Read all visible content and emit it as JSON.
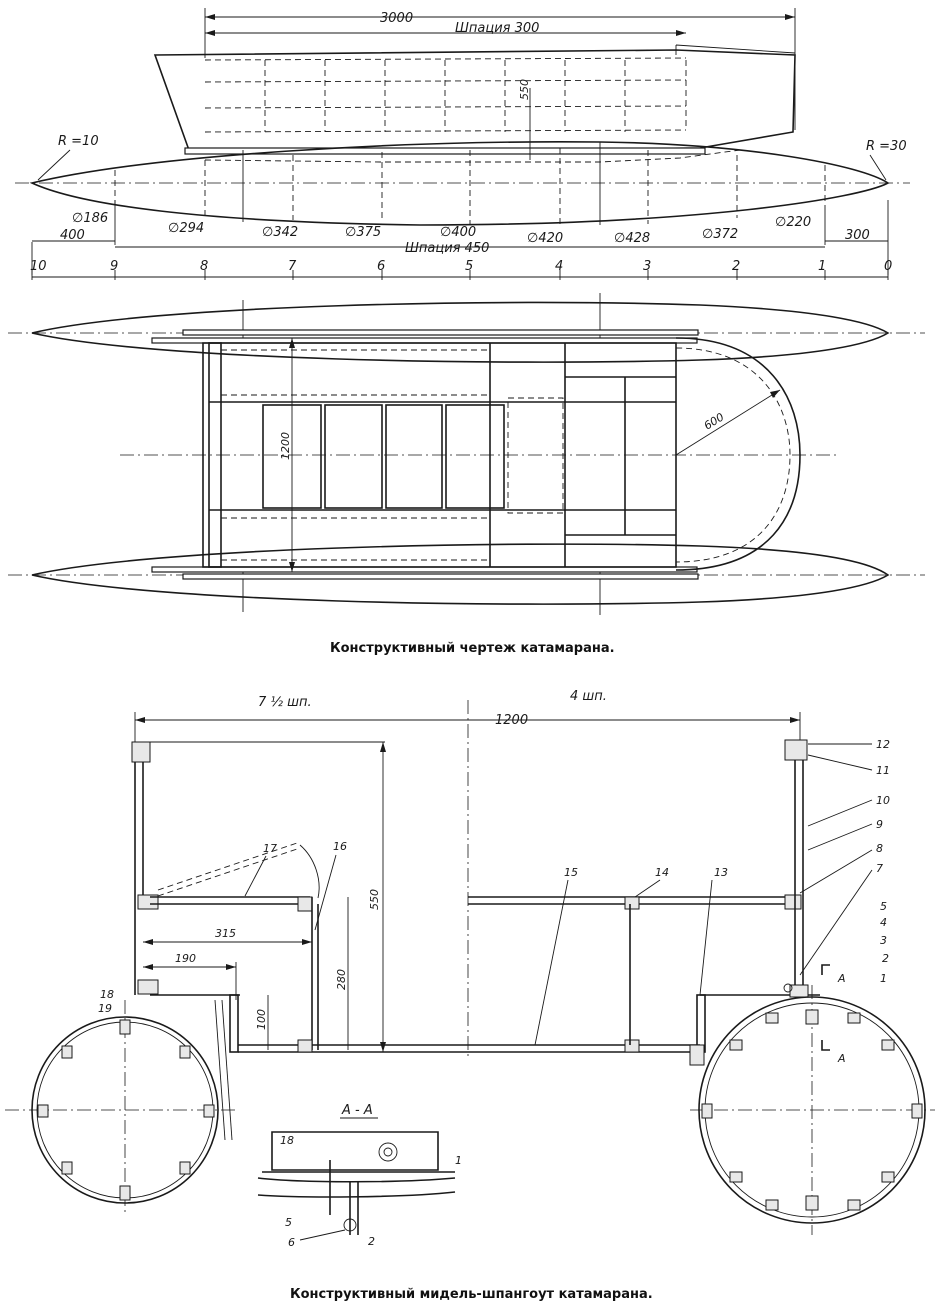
{
  "top_view": {
    "dims": {
      "length": "3000",
      "spacing_top": "Шпация 300",
      "height": "550",
      "spacing_bottom": "Шпация 450",
      "left_end": "400",
      "right_end": "300",
      "radius_left": "R =10",
      "radius_right": "R =30"
    },
    "diameters": [
      "∅186",
      "∅294",
      "∅342",
      "∅375",
      "∅400",
      "∅420",
      "∅428",
      "∅372",
      "∅220"
    ],
    "stations": [
      "10",
      "9",
      "8",
      "7",
      "6",
      "5",
      "4",
      "3",
      "2",
      "1",
      "0"
    ]
  },
  "plan_view": {
    "width": "1200",
    "radius": "600"
  },
  "caption_1": "Конструктивный чертеж катамарана.",
  "section": {
    "left_label": "7 ½ шп.",
    "right_label": "4 шп.",
    "width": "1200",
    "height": "550",
    "d315": "315",
    "d190": "190",
    "d280": "280",
    "d100": "100",
    "section_mark": "А",
    "parts": [
      "1",
      "2",
      "3",
      "4",
      "5",
      "7",
      "8",
      "9",
      "10",
      "11",
      "12",
      "13",
      "14",
      "15",
      "16",
      "17",
      "18",
      "19"
    ]
  },
  "detail": {
    "title": "А - А",
    "labels": [
      "18",
      "1",
      "5",
      "6",
      "2"
    ]
  },
  "caption_2": "Конструктивный мидель-шпангоут катамарана."
}
